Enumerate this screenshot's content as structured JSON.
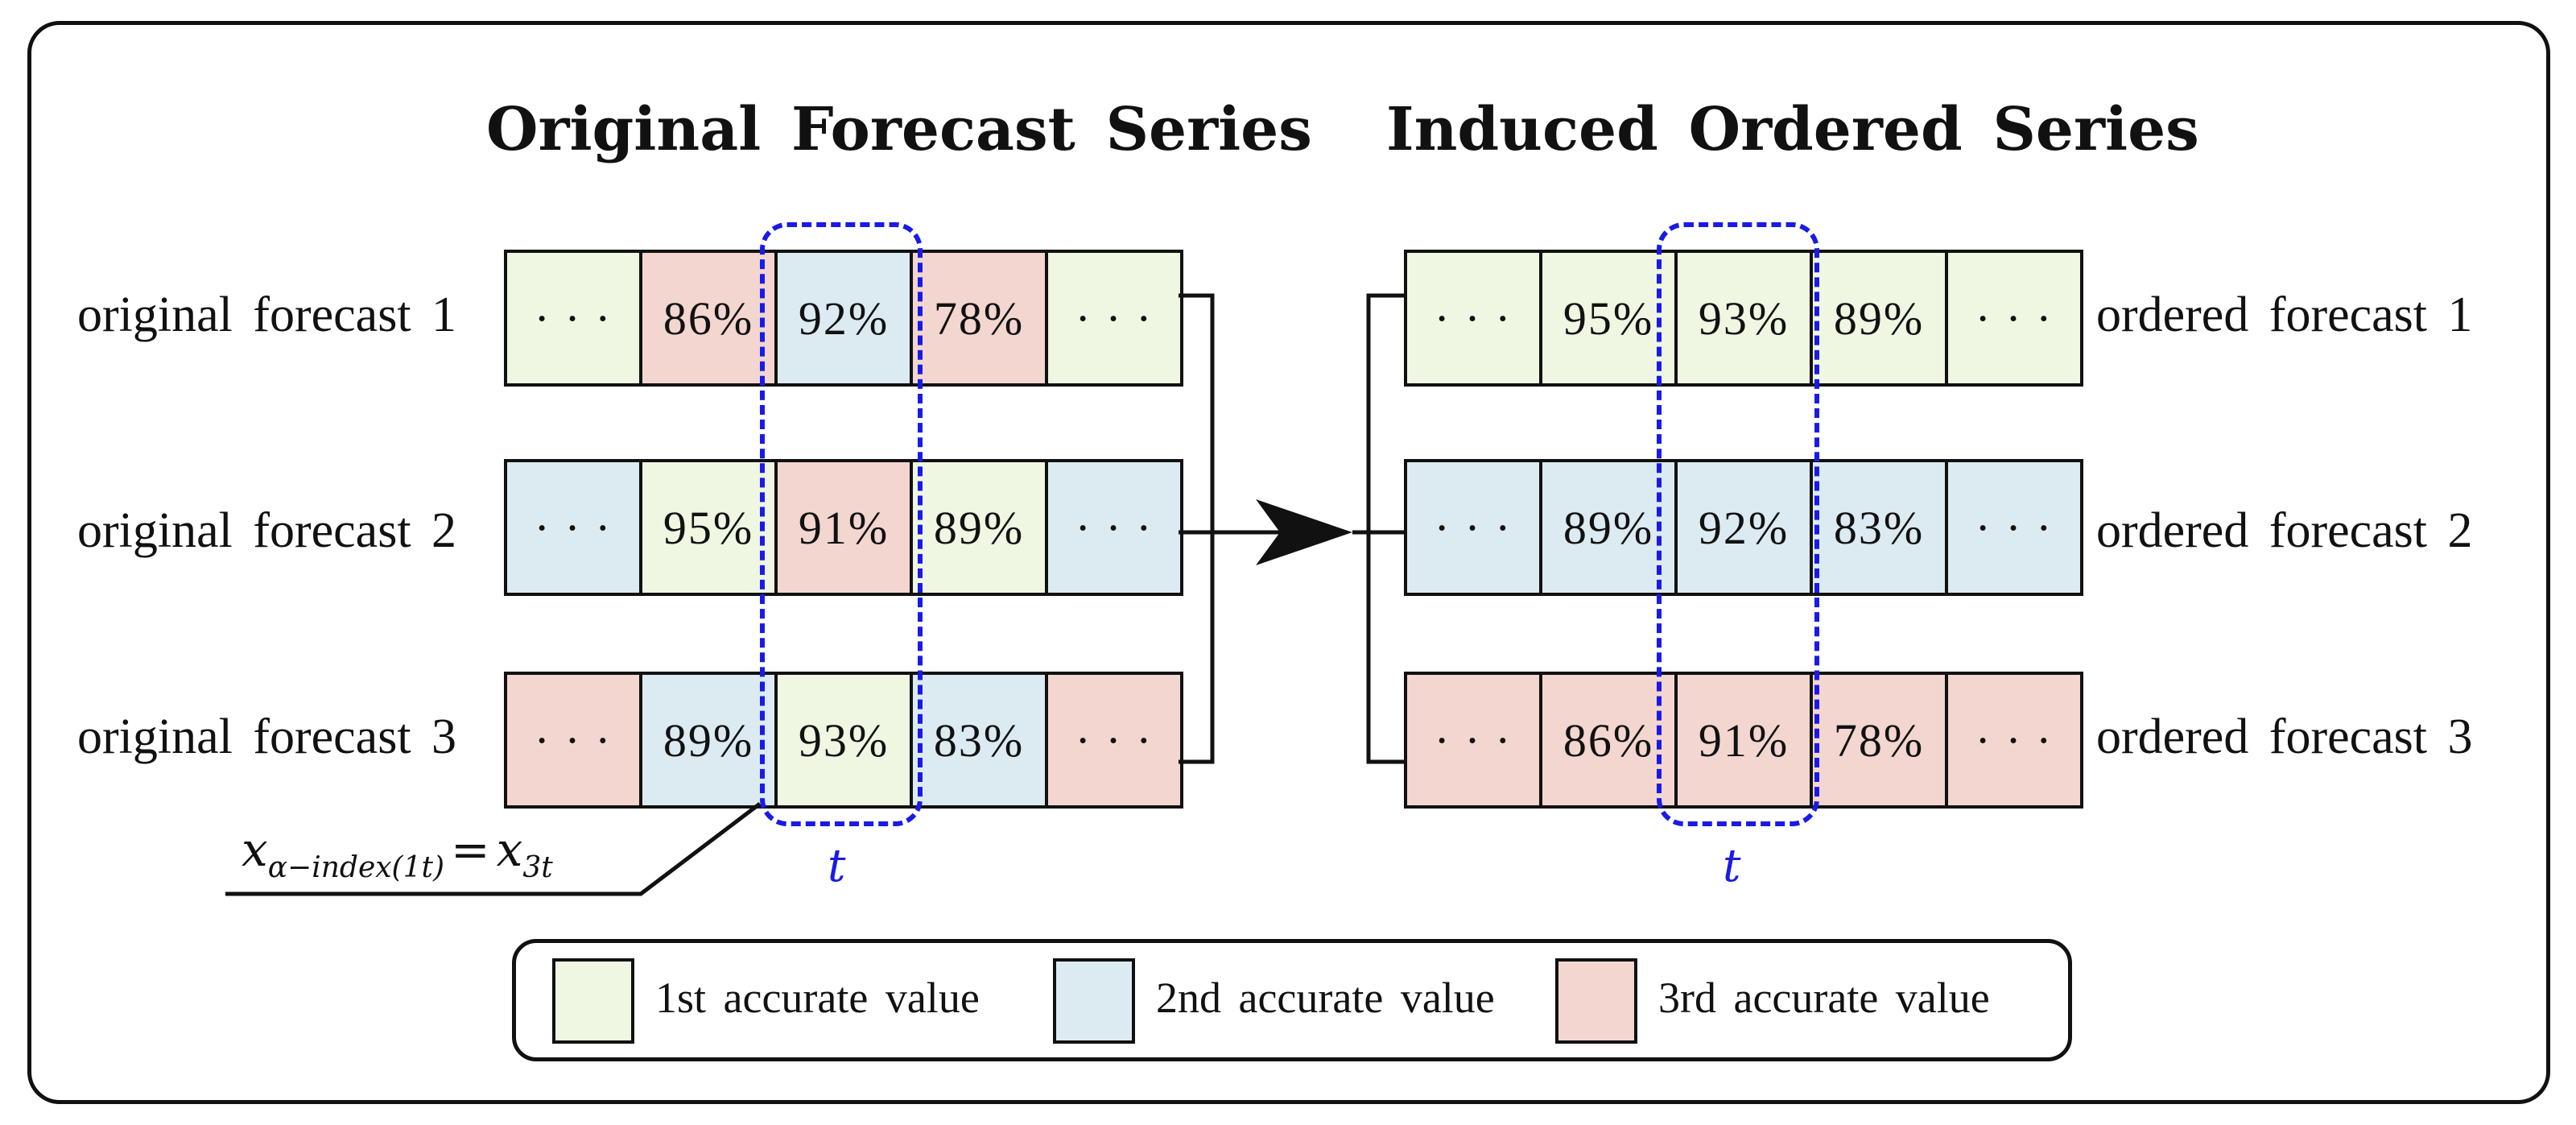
{
  "left_panel": {
    "title": "Original Forecast Series",
    "rows": [
      {
        "label": "original forecast 1",
        "cells": [
          {
            "text": "· · ·",
            "rank": 1
          },
          {
            "text": "86%",
            "rank": 3
          },
          {
            "text": "92%",
            "rank": 2
          },
          {
            "text": "78%",
            "rank": 3
          },
          {
            "text": "· · ·",
            "rank": 1
          }
        ]
      },
      {
        "label": "original forecast 2",
        "cells": [
          {
            "text": "· · ·",
            "rank": 2
          },
          {
            "text": "95%",
            "rank": 1
          },
          {
            "text": "91%",
            "rank": 3
          },
          {
            "text": "89%",
            "rank": 1
          },
          {
            "text": "· · ·",
            "rank": 2
          }
        ]
      },
      {
        "label": "original forecast 3",
        "cells": [
          {
            "text": "· · ·",
            "rank": 3
          },
          {
            "text": "89%",
            "rank": 2
          },
          {
            "text": "93%",
            "rank": 1
          },
          {
            "text": "83%",
            "rank": 2
          },
          {
            "text": "· · ·",
            "rank": 3
          }
        ]
      }
    ],
    "highlight_label": "t"
  },
  "right_panel": {
    "title": "Induced Ordered Series",
    "rows": [
      {
        "label": "ordered forecast 1",
        "cells": [
          {
            "text": "· · ·",
            "rank": 1
          },
          {
            "text": "95%",
            "rank": 1
          },
          {
            "text": "93%",
            "rank": 1
          },
          {
            "text": "89%",
            "rank": 1
          },
          {
            "text": "· · ·",
            "rank": 1
          }
        ]
      },
      {
        "label": "ordered forecast 2",
        "cells": [
          {
            "text": "· · ·",
            "rank": 2
          },
          {
            "text": "89%",
            "rank": 2
          },
          {
            "text": "92%",
            "rank": 2
          },
          {
            "text": "83%",
            "rank": 2
          },
          {
            "text": "· · ·",
            "rank": 2
          }
        ]
      },
      {
        "label": "ordered forecast 3",
        "cells": [
          {
            "text": "· · ·",
            "rank": 3
          },
          {
            "text": "86%",
            "rank": 3
          },
          {
            "text": "91%",
            "rank": 3
          },
          {
            "text": "78%",
            "rank": 3
          },
          {
            "text": "· · ·",
            "rank": 3
          }
        ]
      }
    ],
    "highlight_label": "t"
  },
  "formula": {
    "lhs": "x",
    "lhs_sub": "α−index(1t)",
    "eq": "=",
    "rhs": "x",
    "rhs_sub": "3t"
  },
  "legend": [
    {
      "label": "1st accurate value",
      "rank": 1
    },
    {
      "label": "2nd accurate value",
      "rank": 2
    },
    {
      "label": "3rd accurate value",
      "rank": 3
    }
  ],
  "colors": {
    "rank1": "#eff6e2",
    "rank2": "#dcebf2",
    "rank3": "#f2d6cf",
    "highlight": "#1a1ae6",
    "stroke": "#111111"
  }
}
